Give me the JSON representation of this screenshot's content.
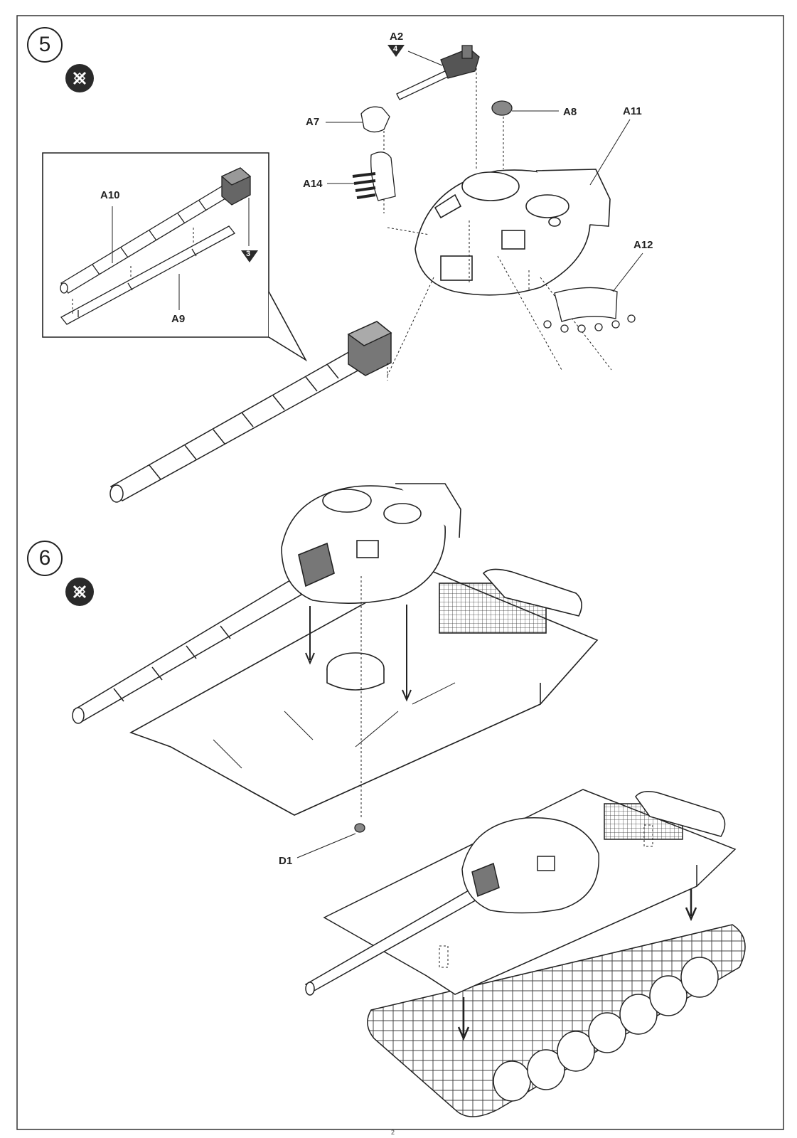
{
  "steps": [
    {
      "number": "5",
      "icon": "no-glue-icon"
    },
    {
      "number": "6",
      "icon": "no-glue-icon"
    }
  ],
  "labels": {
    "a2": "A2",
    "a2_ref": "4",
    "a7": "A7",
    "a8": "A8",
    "a11": "A11",
    "a14": "A14",
    "a10": "A10",
    "a9": "A9",
    "a12": "A12",
    "a3_ref": "3",
    "d1": "D1"
  },
  "page_number": "2"
}
